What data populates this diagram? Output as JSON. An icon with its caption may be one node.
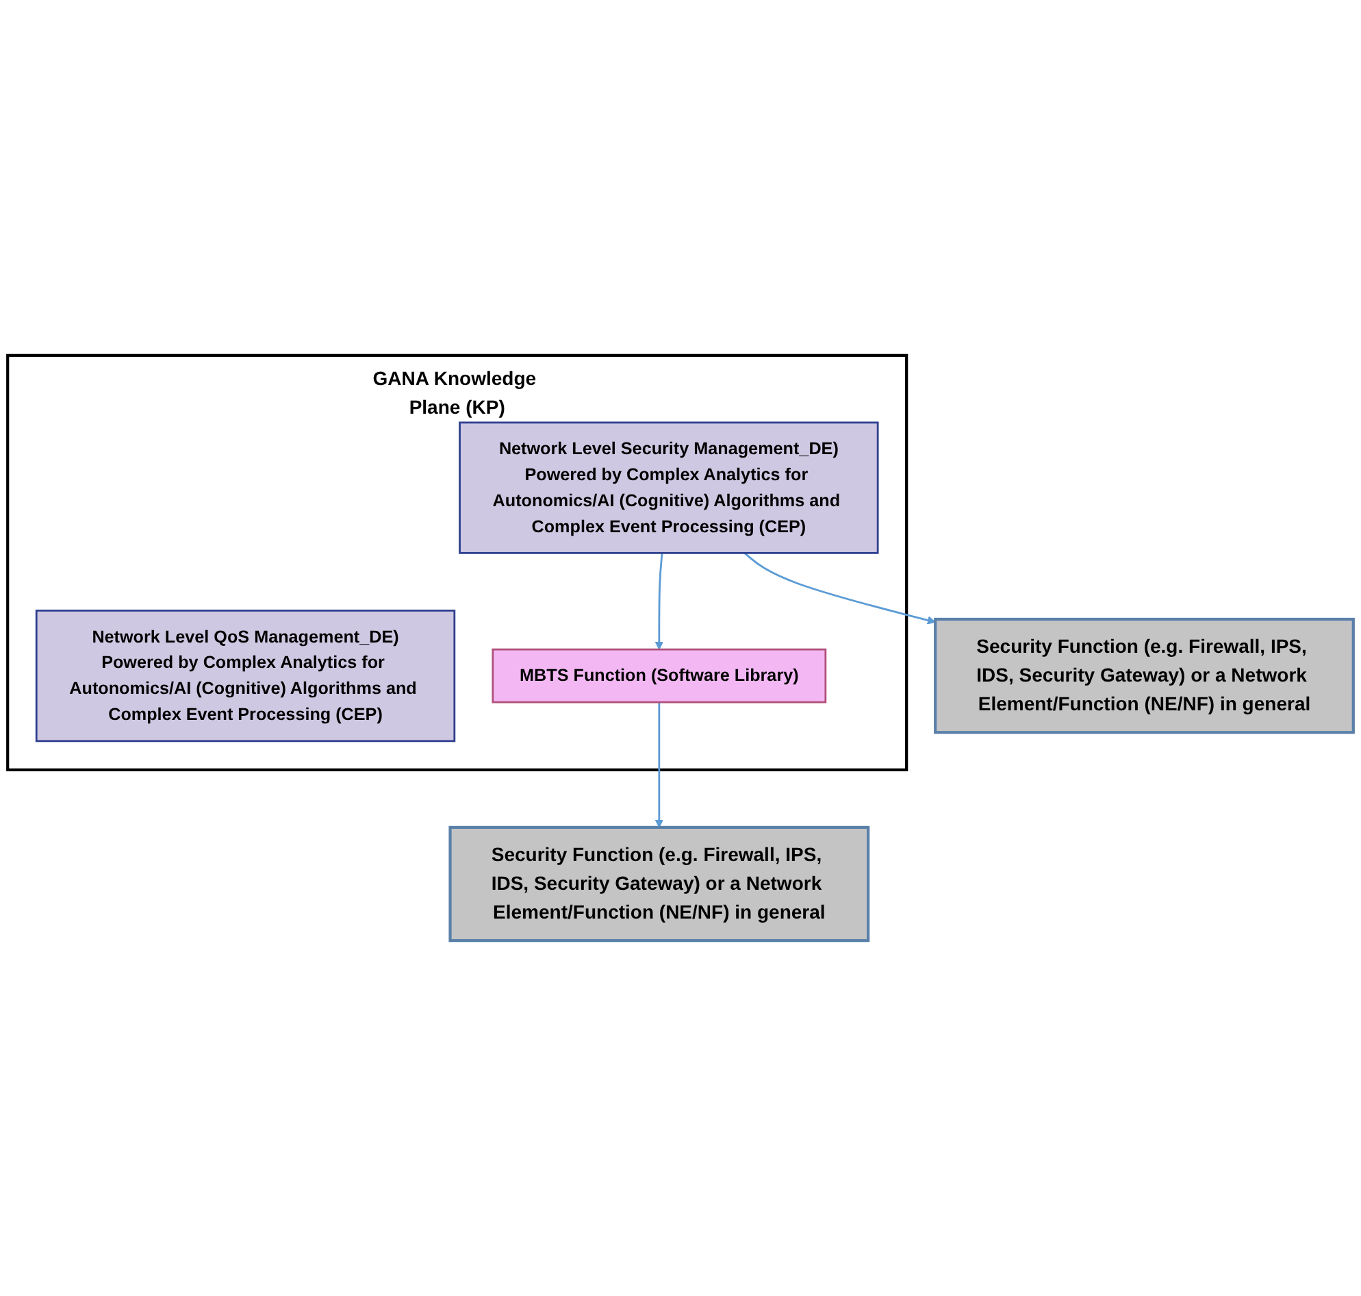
{
  "diagram": {
    "nodes": [
      {
        "text": [
          "GANA Knowledge Plane (KP)"
        ]
      },
      {
        "text": [
          "Network Level QoS Management_DE)",
          "Powered by Complex Analytics for Autonomics/AI (Cognitive) Algorithms and Complex Event Processing (CEP)"
        ],
        "in": 0
      },
      {
        "text": [
          "Network Level Security Management_DE)",
          "Powered by Complex Analytics for Autonomics/AI (Cognitive) Algorithms and Complex Event Processing (CEP)"
        ],
        "in": 0
      },
      {
        "text": [
          "MBTS Function (Software Library)"
        ],
        "in": 0
      },
      {
        "text": [
          "Security Function (e.g. Firewall, IPS, IDS, Security Gateway) or a Network Element/Function (NE/NF) in general"
        ]
      },
      {
        "text": [
          "Security Function (e.g. Firewall, IPS, IDS, Security Gateway) or a Network Element/Function (NE/NF) in general"
        ]
      }
    ],
    "edges": [
      {
        "from": 2,
        "to": 3,
        "arrow": "to"
      },
      {
        "from": 3,
        "to": 4,
        "arrow": "to"
      },
      {
        "from": 2,
        "to": 5,
        "arrow": "to"
      }
    ]
  }
}
